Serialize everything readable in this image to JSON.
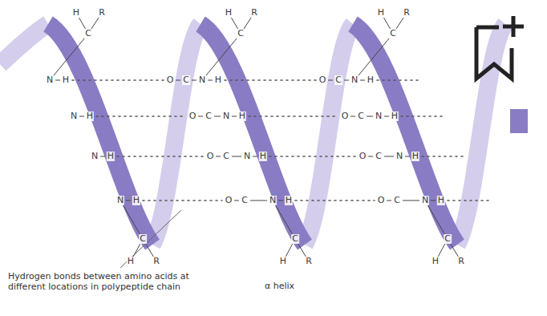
{
  "diagram": {
    "labels": [
      "Hydrogen bonds between amino acids at different locations in polypeptide chain",
      "α helix",
      "H",
      "R",
      "C",
      "N",
      "H",
      "N",
      "H",
      "N",
      "H",
      "N",
      "H",
      "C",
      "H",
      "R",
      "H",
      "R",
      "C",
      "O",
      "C",
      "N",
      "H",
      "O",
      "C",
      "N",
      "H",
      "O",
      "C",
      "N",
      "H",
      "O",
      "C",
      "N",
      "H",
      "C",
      "H",
      "R",
      "H",
      "R",
      "C",
      "O",
      "C",
      "N",
      "H",
      "O",
      "C",
      "N",
      "H",
      "O",
      "C",
      "N",
      "H",
      "O",
      "C",
      "N",
      "H",
      "C",
      "H",
      "R"
    ]
  }
}
